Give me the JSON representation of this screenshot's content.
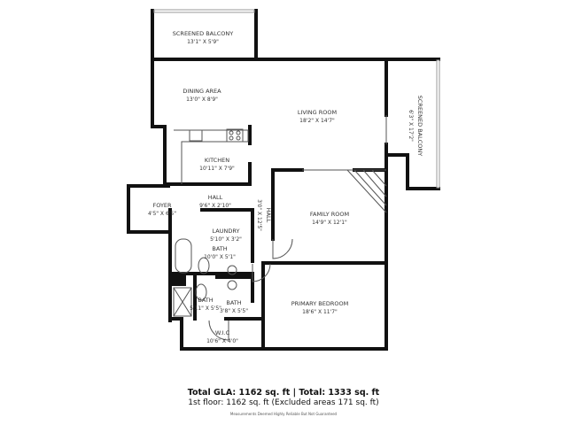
{
  "rooms": [
    {
      "name": "SCREENED BALCONY",
      "size": "13'1\" X 5'9\""
    },
    {
      "name": "DINING AREA",
      "size": "13'0\" X 8'9\""
    },
    {
      "name": "LIVING ROOM",
      "size": "18'2\" X 14'7\""
    },
    {
      "name": "SCREENED BALCONY",
      "size": "6'3\" X 17'2\""
    },
    {
      "name": "KITCHEN",
      "size": "10'11\" X 7'9\""
    },
    {
      "name": "FOYER",
      "size": "4'5\" X 6'5\""
    },
    {
      "name": "HALL",
      "size": "9'6\" X 2'10\""
    },
    {
      "name": "HALL",
      "size": "3'0\" X 12'5\""
    },
    {
      "name": "FAMILY ROOM",
      "size": "14'9\" X 12'1\""
    },
    {
      "name": "LAUNDRY",
      "size": "5'10\" X 3'2\""
    },
    {
      "name": "BATH",
      "size": "10'0\" X 5'1\""
    },
    {
      "name": "BATH",
      "size": "5'11\" X 5'5\""
    },
    {
      "name": "BATH",
      "size": "3'8\" X 5'5\""
    },
    {
      "name": "PRIMARY BEDROOM",
      "size": "18'6\" X 11'7\""
    },
    {
      "name": "W.I.C",
      "size": "10'6\" X 4'0\""
    }
  ],
  "summary": {
    "total": "Total GLA: 1162 sq. ft | Total: 1333 sq. ft",
    "floor": "1st floor: 1162 sq. ft (Excluded areas 171 sq. ft)",
    "disclaimer": "Measurements Deemed Highly Reliable But Not Guaranteed"
  }
}
